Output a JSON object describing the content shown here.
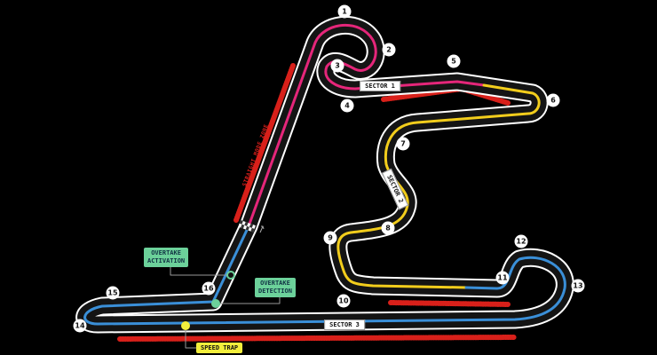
{
  "colors": {
    "sector1": "#e5267a",
    "sector2": "#f2cd1c",
    "sector3": "#3a8fd8",
    "kerb": "#d8201a",
    "overtake": "#6cd19a",
    "speed_trap": "#f2ee3c",
    "track": "#141414",
    "edge": "#ffffff"
  },
  "turns": [
    "1",
    "2",
    "3",
    "4",
    "5",
    "6",
    "7",
    "8",
    "9",
    "10",
    "11",
    "12",
    "13",
    "14",
    "15",
    "16"
  ],
  "sectors": {
    "s1": "SECTOR 1",
    "s2": "SECTOR 2",
    "s3": "SECTOR 3"
  },
  "zone_label": "STRAIGHT MODE ZONE",
  "overtake_activation": "OVERTAKE\nACTIVATION",
  "overtake_detection": "OVERTAKE\nDETECTION",
  "speed_trap": "SPEED TRAP",
  "icons": {
    "start_finish": "checkered-flag-icon",
    "direction": "arrow-icon"
  }
}
